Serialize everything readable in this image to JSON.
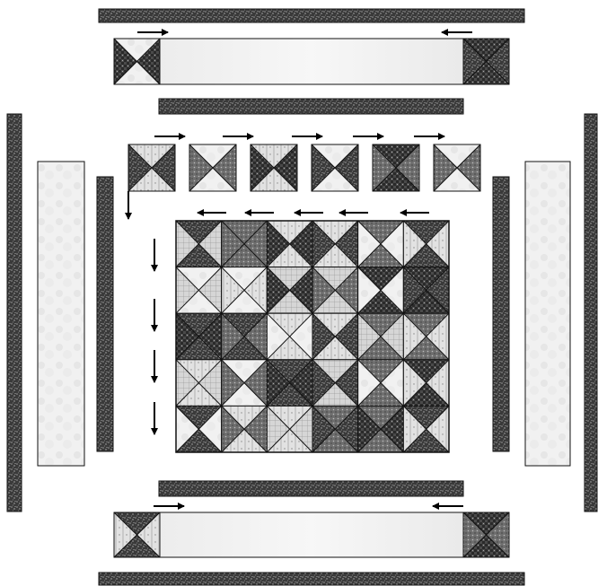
{
  "title": "",
  "description_text": [],
  "colors": {
    "dark_fabric": "#3a3a3a",
    "dark_speckle": "#8a8a8a",
    "medium_fabric": "#6e6e6e",
    "light_fabric": "#efefef",
    "white_fabric": "#ffffff",
    "outline": "#111111",
    "arrow": "#000000"
  },
  "pattern": {
    "center_grid": {
      "rows": 5,
      "cols": 6
    },
    "pieced_row_blocks": 6,
    "corner_blocks": 4
  },
  "arrows": {
    "top_corner_row": [
      "right",
      "left"
    ],
    "pieced_row": [
      "right",
      "right",
      "right",
      "right",
      "right"
    ],
    "grid_top": [
      "left",
      "left",
      "left",
      "left",
      "left"
    ],
    "grid_left": [
      "down",
      "down",
      "down",
      "down"
    ],
    "connector": [
      "down"
    ],
    "bottom_corner_row": [
      "right",
      "left"
    ]
  },
  "icons": {
    "arrow_right": "arrow-right-icon",
    "arrow_left": "arrow-left-icon",
    "arrow_down": "arrow-down-icon"
  }
}
